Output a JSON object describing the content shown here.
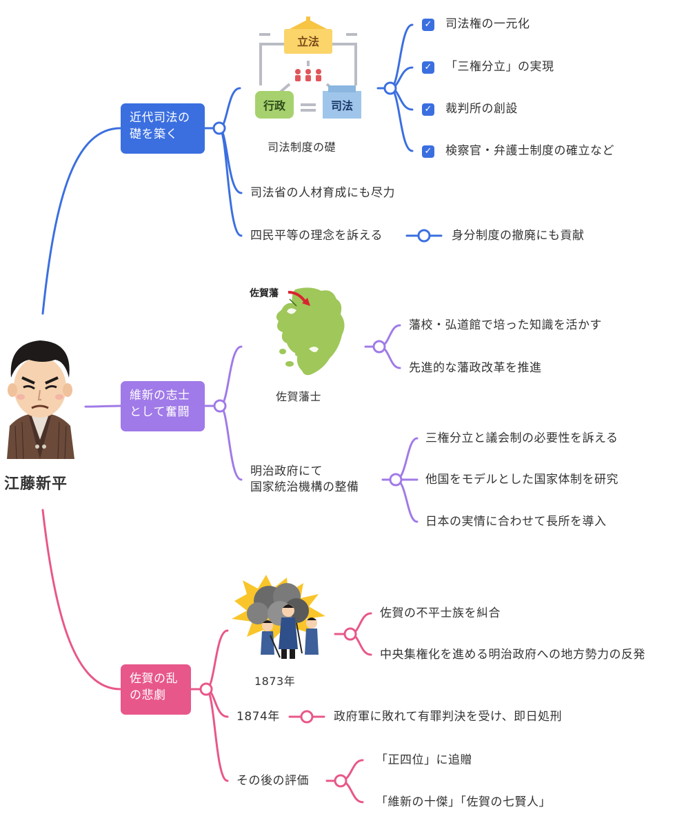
{
  "colors": {
    "blue": "#3b6fe0",
    "purple": "#a07ae8",
    "pink": "#e8578a"
  },
  "root": {
    "title": "江藤新平",
    "icon": "samurai-portrait-icon"
  },
  "branch1": {
    "label_line1": "近代司法の",
    "label_line2": "礎を築く",
    "image_caption": "司法制度の礎",
    "diagram": {
      "legislative": "立法",
      "executive": "行政",
      "judicial": "司法"
    },
    "checks": [
      "司法権の一元化",
      "「三権分立」の実現",
      "裁判所の創設",
      "検察官・弁護士制度の確立など"
    ],
    "item2": "司法省の人材育成にも尽力",
    "item3": "四民平等の理念を訴える",
    "item3_sub": "身分制度の撤廃にも貢献"
  },
  "branch2": {
    "label_line1": "維新の志士",
    "label_line2": "として奮闘",
    "map_label": "佐賀藩",
    "image_caption": "佐賀藩士",
    "sub1": [
      "藩校・弘道館で培った知識を活かす",
      "先進的な藩政改革を推進"
    ],
    "item2_line1": "明治政府にて",
    "item2_line2": "国家統治機構の整備",
    "sub2": [
      "三権分立と議会制の必要性を訴える",
      "他国をモデルとした国家体制を研究",
      "日本の実情に合わせて長所を導入"
    ]
  },
  "branch3": {
    "label_line1": "佐賀の乱",
    "label_line2": "の悲劇",
    "image_caption": "1873年",
    "sub1": [
      "佐賀の不平士族を糾合",
      "中央集権化を進める明治政府への地方勢力の反発"
    ],
    "item2": "1874年",
    "item2_sub": "政府軍に敗れて有罪判決を受け、即日処刑",
    "item3": "その後の評価",
    "sub3": [
      "「正四位」に追贈",
      "「維新の十傑」「佐賀の七賢人」"
    ]
  }
}
